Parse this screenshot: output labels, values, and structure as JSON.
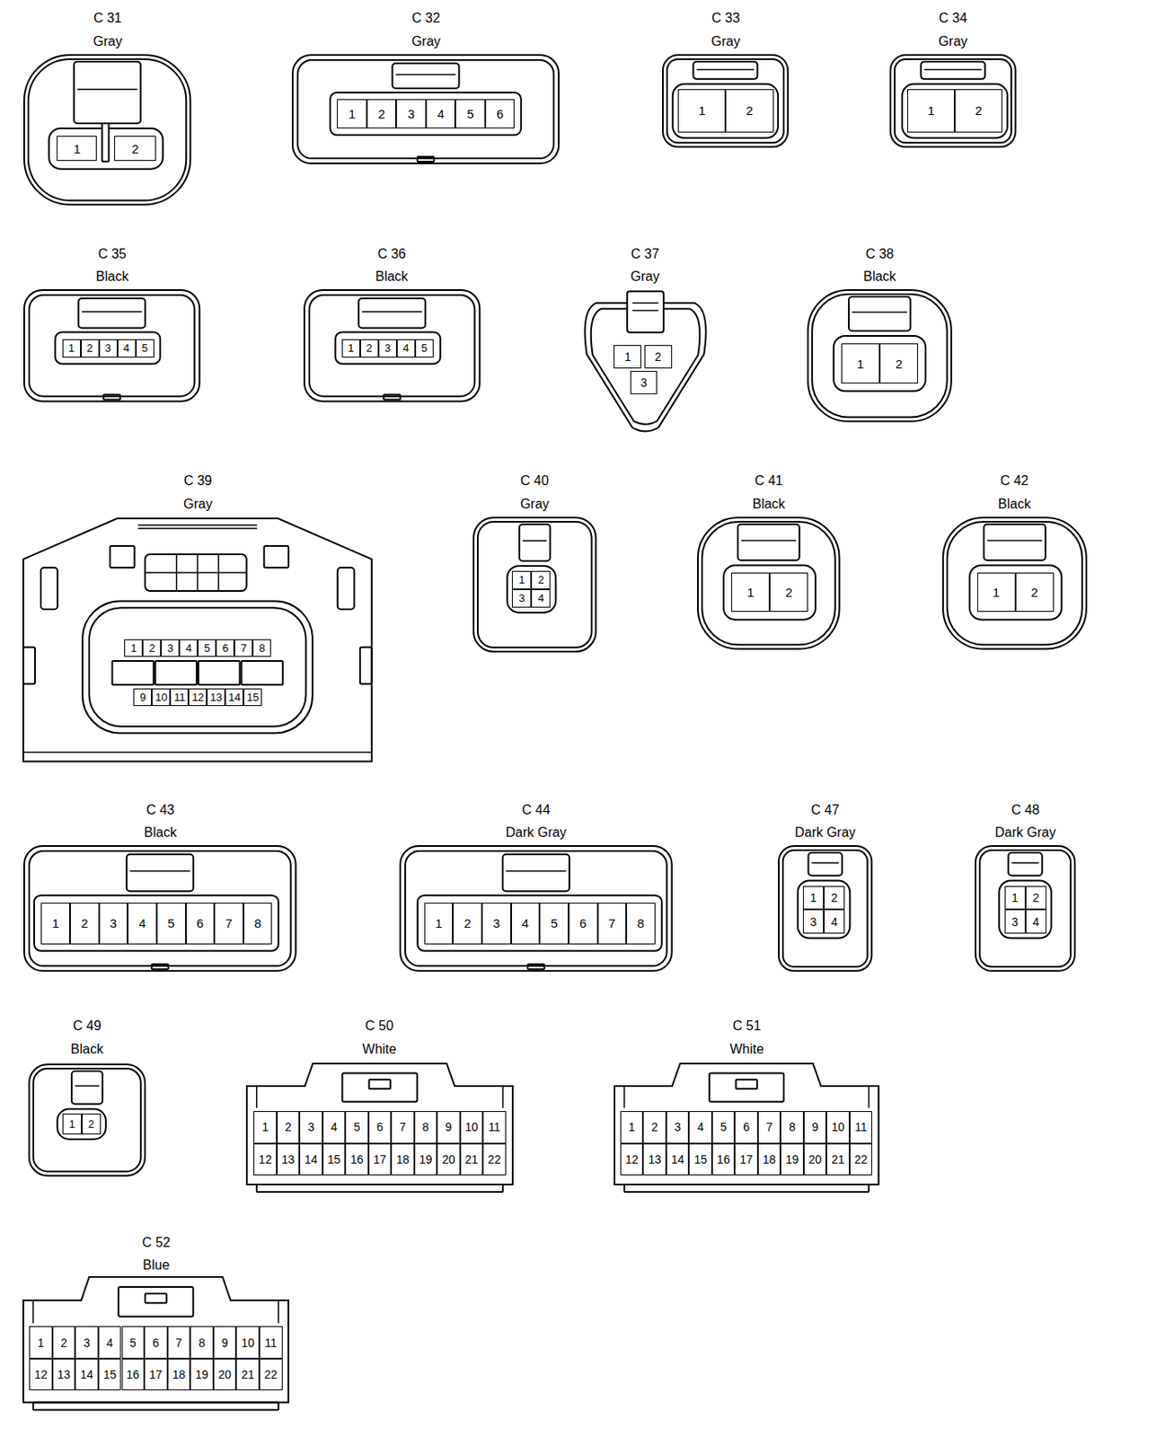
{
  "diagram": {
    "nodes": [
      {
        "text": [
          "C 31",
          "Gray"
        ]
      },
      {
        "text": [
          "1"
        ],
        "in": 0
      },
      {
        "text": [
          "2"
        ],
        "in": 0
      },
      {
        "text": [
          "C 32",
          "Gray"
        ]
      },
      {
        "text": [
          "1"
        ],
        "in": 3
      },
      {
        "text": [
          "2"
        ],
        "in": 3
      },
      {
        "text": [
          "3"
        ],
        "in": 3
      },
      {
        "text": [
          "4"
        ],
        "in": 3
      },
      {
        "text": [
          "5"
        ],
        "in": 3
      },
      {
        "text": [
          "6"
        ],
        "in": 3
      },
      {
        "text": [
          "C 33",
          "Gray"
        ]
      },
      {
        "text": [
          "1"
        ],
        "in": 10
      },
      {
        "text": [
          "2"
        ],
        "in": 10
      },
      {
        "text": [
          "C 34",
          "Gray"
        ]
      },
      {
        "text": [
          "1"
        ],
        "in": 13
      },
      {
        "text": [
          "2"
        ],
        "in": 13
      },
      {
        "text": [
          "C 35",
          "Black"
        ]
      },
      {
        "text": [
          "1"
        ],
        "in": 16
      },
      {
        "text": [
          "2"
        ],
        "in": 16
      },
      {
        "text": [
          "3"
        ],
        "in": 16
      },
      {
        "text": [
          "4"
        ],
        "in": 16
      },
      {
        "text": [
          "5"
        ],
        "in": 16
      },
      {
        "text": [
          "C 36",
          "Black"
        ]
      },
      {
        "text": [
          "1"
        ],
        "in": 22
      },
      {
        "text": [
          "2"
        ],
        "in": 22
      },
      {
        "text": [
          "3"
        ],
        "in": 22
      },
      {
        "text": [
          "4"
        ],
        "in": 22
      },
      {
        "text": [
          "5"
        ],
        "in": 22
      },
      {
        "text": [
          "C 37",
          "Gray"
        ]
      },
      {
        "text": [
          "1"
        ],
        "in": 28
      },
      {
        "text": [
          "2"
        ],
        "in": 28
      },
      {
        "text": [
          "3"
        ],
        "in": 28
      },
      {
        "text": [
          "C 38",
          "Black"
        ]
      },
      {
        "text": [
          "1"
        ],
        "in": 32
      },
      {
        "text": [
          "2"
        ],
        "in": 32
      },
      {
        "text": [
          "C 39",
          "Gray"
        ]
      },
      {
        "text": [
          "1"
        ],
        "in": 35
      },
      {
        "text": [
          "2"
        ],
        "in": 35
      },
      {
        "text": [
          "3"
        ],
        "in": 35
      },
      {
        "text": [
          "4"
        ],
        "in": 35
      },
      {
        "text": [
          "5"
        ],
        "in": 35
      },
      {
        "text": [
          "6"
        ],
        "in": 35
      },
      {
        "text": [
          "7"
        ],
        "in": 35
      },
      {
        "text": [
          "8"
        ],
        "in": 35
      },
      {
        "text": [
          "9"
        ],
        "in": 35
      },
      {
        "text": [
          "10"
        ],
        "in": 35
      },
      {
        "text": [
          "11"
        ],
        "in": 35
      },
      {
        "text": [
          "12"
        ],
        "in": 35
      },
      {
        "text": [
          "13"
        ],
        "in": 35
      },
      {
        "text": [
          "14"
        ],
        "in": 35
      },
      {
        "text": [
          "15"
        ],
        "in": 35
      },
      {
        "text": [
          "C 40",
          "Gray"
        ]
      },
      {
        "text": [
          "1"
        ],
        "in": 51
      },
      {
        "text": [
          "2"
        ],
        "in": 51
      },
      {
        "text": [
          "3"
        ],
        "in": 51
      },
      {
        "text": [
          "4"
        ],
        "in": 51
      },
      {
        "text": [
          "C 41",
          "Black"
        ]
      },
      {
        "text": [
          "1"
        ],
        "in": 56
      },
      {
        "text": [
          "2"
        ],
        "in": 56
      },
      {
        "text": [
          "C 42",
          "Black"
        ]
      },
      {
        "text": [
          "1"
        ],
        "in": 59
      },
      {
        "text": [
          "2"
        ],
        "in": 59
      },
      {
        "text": [
          "C 43",
          "Black"
        ]
      },
      {
        "text": [
          "1"
        ],
        "in": 62
      },
      {
        "text": [
          "2"
        ],
        "in": 62
      },
      {
        "text": [
          "3"
        ],
        "in": 62
      },
      {
        "text": [
          "4"
        ],
        "in": 62
      },
      {
        "text": [
          "5"
        ],
        "in": 62
      },
      {
        "text": [
          "6"
        ],
        "in": 62
      },
      {
        "text": [
          "7"
        ],
        "in": 62
      },
      {
        "text": [
          "8"
        ],
        "in": 62
      },
      {
        "text": [
          "C 44",
          "Dark Gray"
        ]
      },
      {
        "text": [
          "1"
        ],
        "in": 71
      },
      {
        "text": [
          "2"
        ],
        "in": 71
      },
      {
        "text": [
          "3"
        ],
        "in": 71
      },
      {
        "text": [
          "4"
        ],
        "in": 71
      },
      {
        "text": [
          "5"
        ],
        "in": 71
      },
      {
        "text": [
          "6"
        ],
        "in": 71
      },
      {
        "text": [
          "7"
        ],
        "in": 71
      },
      {
        "text": [
          "8"
        ],
        "in": 71
      },
      {
        "text": [
          "C 47",
          "Dark Gray"
        ]
      },
      {
        "text": [
          "1"
        ],
        "in": 80
      },
      {
        "text": [
          "2"
        ],
        "in": 80
      },
      {
        "text": [
          "3"
        ],
        "in": 80
      },
      {
        "text": [
          "4"
        ],
        "in": 80
      },
      {
        "text": [
          "C 48",
          "Dark Gray"
        ]
      },
      {
        "text": [
          "1"
        ],
        "in": 85
      },
      {
        "text": [
          "2"
        ],
        "in": 85
      },
      {
        "text": [
          "3"
        ],
        "in": 85
      },
      {
        "text": [
          "4"
        ],
        "in": 85
      },
      {
        "text": [
          "C 49",
          "Black"
        ]
      },
      {
        "text": [
          "1"
        ],
        "in": 90
      },
      {
        "text": [
          "2"
        ],
        "in": 90
      },
      {
        "text": [
          "C 50",
          "White"
        ]
      },
      {
        "text": [
          "1"
        ],
        "in": 93
      },
      {
        "text": [
          "2"
        ],
        "in": 93
      },
      {
        "text": [
          "3"
        ],
        "in": 93
      },
      {
        "text": [
          "4"
        ],
        "in": 93
      },
      {
        "text": [
          "5"
        ],
        "in": 93
      },
      {
        "text": [
          "6"
        ],
        "in": 93
      },
      {
        "text": [
          "7"
        ],
        "in": 93
      },
      {
        "text": [
          "8"
        ],
        "in": 93
      },
      {
        "text": [
          "9"
        ],
        "in": 93
      },
      {
        "text": [
          "10"
        ],
        "in": 93
      },
      {
        "text": [
          "11"
        ],
        "in": 93
      },
      {
        "text": [
          "12"
        ],
        "in": 93
      },
      {
        "text": [
          "13"
        ],
        "in": 93
      },
      {
        "text": [
          "14"
        ],
        "in": 93
      },
      {
        "text": [
          "15"
        ],
        "in": 93
      },
      {
        "text": [
          "16"
        ],
        "in": 93
      },
      {
        "text": [
          "17"
        ],
        "in": 93
      },
      {
        "text": [
          "18"
        ],
        "in": 93
      },
      {
        "text": [
          "19"
        ],
        "in": 93
      },
      {
        "text": [
          "20"
        ],
        "in": 93
      },
      {
        "text": [
          "21"
        ],
        "in": 93
      },
      {
        "text": [
          "22"
        ],
        "in": 93
      },
      {
        "text": [
          "C 51",
          "White"
        ]
      },
      {
        "text": [
          "1"
        ],
        "in": 116
      },
      {
        "text": [
          "2"
        ],
        "in": 116
      },
      {
        "text": [
          "3"
        ],
        "in": 116
      },
      {
        "text": [
          "4"
        ],
        "in": 116
      },
      {
        "text": [
          "5"
        ],
        "in": 116
      },
      {
        "text": [
          "6"
        ],
        "in": 116
      },
      {
        "text": [
          "7"
        ],
        "in": 116
      },
      {
        "text": [
          "8"
        ],
        "in": 116
      },
      {
        "text": [
          "9"
        ],
        "in": 116
      },
      {
        "text": [
          "10"
        ],
        "in": 116
      },
      {
        "text": [
          "11"
        ],
        "in": 116
      },
      {
        "text": [
          "12"
        ],
        "in": 116
      },
      {
        "text": [
          "13"
        ],
        "in": 116
      },
      {
        "text": [
          "14"
        ],
        "in": 116
      },
      {
        "text": [
          "15"
        ],
        "in": 116
      },
      {
        "text": [
          "16"
        ],
        "in": 116
      },
      {
        "text": [
          "17"
        ],
        "in": 116
      },
      {
        "text": [
          "18"
        ],
        "in": 116
      },
      {
        "text": [
          "19"
        ],
        "in": 116
      },
      {
        "text": [
          "20"
        ],
        "in": 116
      },
      {
        "text": [
          "21"
        ],
        "in": 116
      },
      {
        "text": [
          "22"
        ],
        "in": 116
      },
      {
        "text": [
          "C 52",
          "Blue"
        ]
      },
      {
        "text": [
          "1"
        ],
        "in": 139
      },
      {
        "text": [
          "2"
        ],
        "in": 139
      },
      {
        "text": [
          "3"
        ],
        "in": 139
      },
      {
        "text": [
          "4"
        ],
        "in": 139
      },
      {
        "text": [
          "5"
        ],
        "in": 139
      },
      {
        "text": [
          "6"
        ],
        "in": 139
      },
      {
        "text": [
          "7"
        ],
        "in": 139
      },
      {
        "text": [
          "8"
        ],
        "in": 139
      },
      {
        "text": [
          "9"
        ],
        "in": 139
      },
      {
        "text": [
          "10"
        ],
        "in": 139
      },
      {
        "text": [
          "11"
        ],
        "in": 139
      },
      {
        "text": [
          "12"
        ],
        "in": 139
      },
      {
        "text": [
          "13"
        ],
        "in": 139
      },
      {
        "text": [
          "14"
        ],
        "in": 139
      },
      {
        "text": [
          "15"
        ],
        "in": 139
      },
      {
        "text": [
          "16"
        ],
        "in": 139
      },
      {
        "text": [
          "17"
        ],
        "in": 139
      },
      {
        "text": [
          "18"
        ],
        "in": 139
      },
      {
        "text": [
          "19"
        ],
        "in": 139
      },
      {
        "text": [
          "20"
        ],
        "in": 139
      },
      {
        "text": [
          "21"
        ],
        "in": 139
      },
      {
        "text": [
          "22"
        ],
        "in": 139
      }
    ]
  }
}
